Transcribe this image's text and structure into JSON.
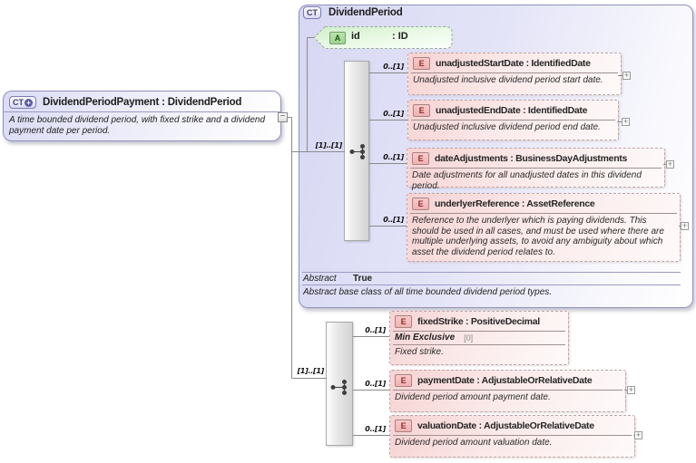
{
  "icons": {
    "expand": "+",
    "collapse": "−"
  },
  "badges": {
    "complex_type": "CT",
    "element": "E",
    "attribute": "A"
  },
  "payment_class": {
    "title": "DividendPeriodPayment : DividendPeriod",
    "description": "A time bounded dividend period, with fixed strike and a dividend payment date per period."
  },
  "base_class": {
    "title": "DividendPeriod",
    "cardinality": "[1]..[1]",
    "attribute": {
      "name": "id",
      "type": ": ID"
    },
    "elements": [
      {
        "cardinality": "0..[1]",
        "title": "unadjustedStartDate : IdentifiedDate",
        "description": "Unadjusted inclusive dividend period start date."
      },
      {
        "cardinality": "0..[1]",
        "title": "unadjustedEndDate : IdentifiedDate",
        "description": "Unadjusted inclusive dividend period end date."
      },
      {
        "cardinality": "0..[1]",
        "title": "dateAdjustments : BusinessDayAdjustments",
        "description": "Date adjustments for all unadjusted dates in this dividend period."
      },
      {
        "cardinality": "0..[1]",
        "title": "underlyerReference : AssetReference",
        "description": "Reference to the underlyer which is paying dividends. This should be used in all cases, and must be used where there are multiple underlying assets, to avoid any ambiguity about which asset the dividend period relates to."
      }
    ],
    "abstract_label": "Abstract",
    "abstract_value": "True",
    "footer": "Abstract base class of all time bounded dividend period types."
  },
  "extension_group": {
    "cardinality": "[1]..[1]",
    "elements": [
      {
        "cardinality": "0..[1]",
        "title": "fixedStrike : PositiveDecimal",
        "facet_label": "Min Exclusive",
        "facet_value": "[0]",
        "description": "Fixed strike."
      },
      {
        "cardinality": "0..[1]",
        "title": "paymentDate : AdjustableOrRelativeDate",
        "description": "Dividend period amount payment date."
      },
      {
        "cardinality": "0..[1]",
        "title": "valuationDate : AdjustableOrRelativeDate",
        "description": "Dividend period amount valuation date."
      }
    ]
  }
}
